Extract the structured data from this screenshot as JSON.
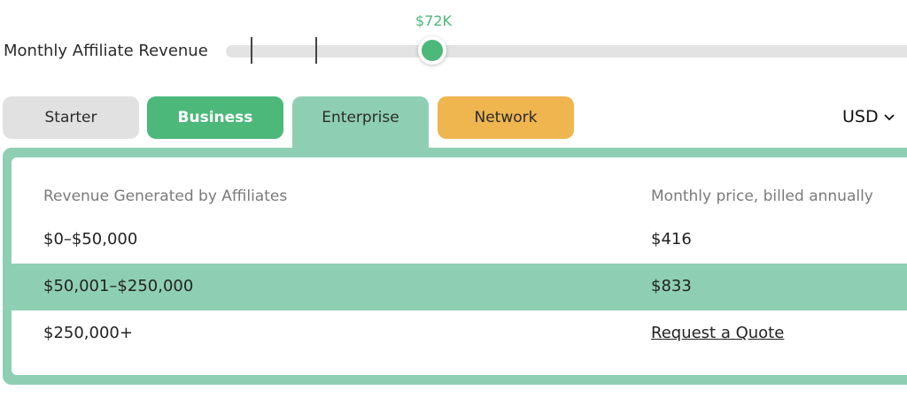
{
  "slider": {
    "label": "Monthly Affiliate Revenue",
    "value_label": "$72K",
    "value": 72000
  },
  "tabs": [
    {
      "label": "Starter",
      "color": "#e1e1e1"
    },
    {
      "label": "Business",
      "color": "#4cb87a"
    },
    {
      "label": "Enterprise",
      "color": "#8ecfb3",
      "active": true
    },
    {
      "label": "Network",
      "color": "#efb54f"
    }
  ],
  "currency": {
    "selected": "USD",
    "icon": "chevron-down-icon"
  },
  "table": {
    "headers": [
      "Revenue Generated by Affiliates",
      "Monthly price, billed annually"
    ],
    "rows": [
      {
        "range": "$0–$50,000",
        "price": "$416",
        "highlighted": false
      },
      {
        "range": "$50,001–$250,000",
        "price": "$833",
        "highlighted": true
      },
      {
        "range": "$250,000+",
        "price": "Request a Quote",
        "highlighted": false
      }
    ]
  },
  "colors": {
    "accent": "#4cb87a",
    "highlight": "#8ecfb3",
    "track": "#e3e3e3"
  }
}
